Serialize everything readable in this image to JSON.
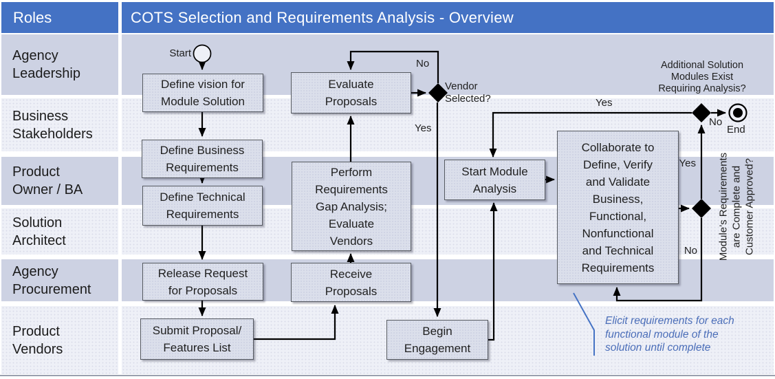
{
  "header": {
    "roles_label": "Roles",
    "title": "COTS Selection and Requirements Analysis - Overview"
  },
  "lanes": [
    {
      "label": "Agency\nLeadership"
    },
    {
      "label": "Business\nStakeholders"
    },
    {
      "label": "Product\nOwner / BA"
    },
    {
      "label": "Solution\nArchitect"
    },
    {
      "label": "Agency\nProcurement"
    },
    {
      "label": "Product\nVendors"
    }
  ],
  "nodes": {
    "define_vision": "Define vision for\nModule Solution",
    "define_business": "Define Business\nRequirements",
    "define_technical": "Define Technical\nRequirements",
    "release_request": "Release Request\nfor Proposals",
    "submit_proposal": "Submit Proposal/\nFeatures List",
    "receive_proposals": "Receive\nProposals",
    "perform_gap": "Perform\nRequirements\nGap Analysis;\nEvaluate\nVendors",
    "evaluate_proposals": "Evaluate\nProposals",
    "begin_engagement": "Begin\nEngagement",
    "start_module": "Start Module\nAnalysis",
    "collaborate": "Collaborate to\nDefine, Verify\nand Validate\nBusiness,\nFunctional,\nNonfunctional\nand Technical\nRequirements"
  },
  "events": {
    "start": "Start",
    "end": "End"
  },
  "decisions": {
    "vendor": "Vendor\nSelected?",
    "additional": "Additional Solution\nModules Exist\nRequiring Analysis?",
    "module": "Module’s Requirements\nare Complete and\nCustomer Approved?"
  },
  "edge_labels": {
    "vendor_no": "No",
    "vendor_yes": "Yes",
    "additional_yes": "Yes",
    "additional_no": "No",
    "module_yes": "Yes",
    "module_no": "No"
  },
  "annotation": {
    "text": "Elicit requirements for each\nfunctional module of the\nsolution until complete"
  },
  "colors": {
    "header": "#4472c4",
    "lane_dark": "#cdd2e3",
    "lane_light": "#eef0f7",
    "node_fill": "#dbdfeb",
    "node_border": "#54585f",
    "line": "#000000",
    "annotation_blue": "#4a6db8"
  }
}
